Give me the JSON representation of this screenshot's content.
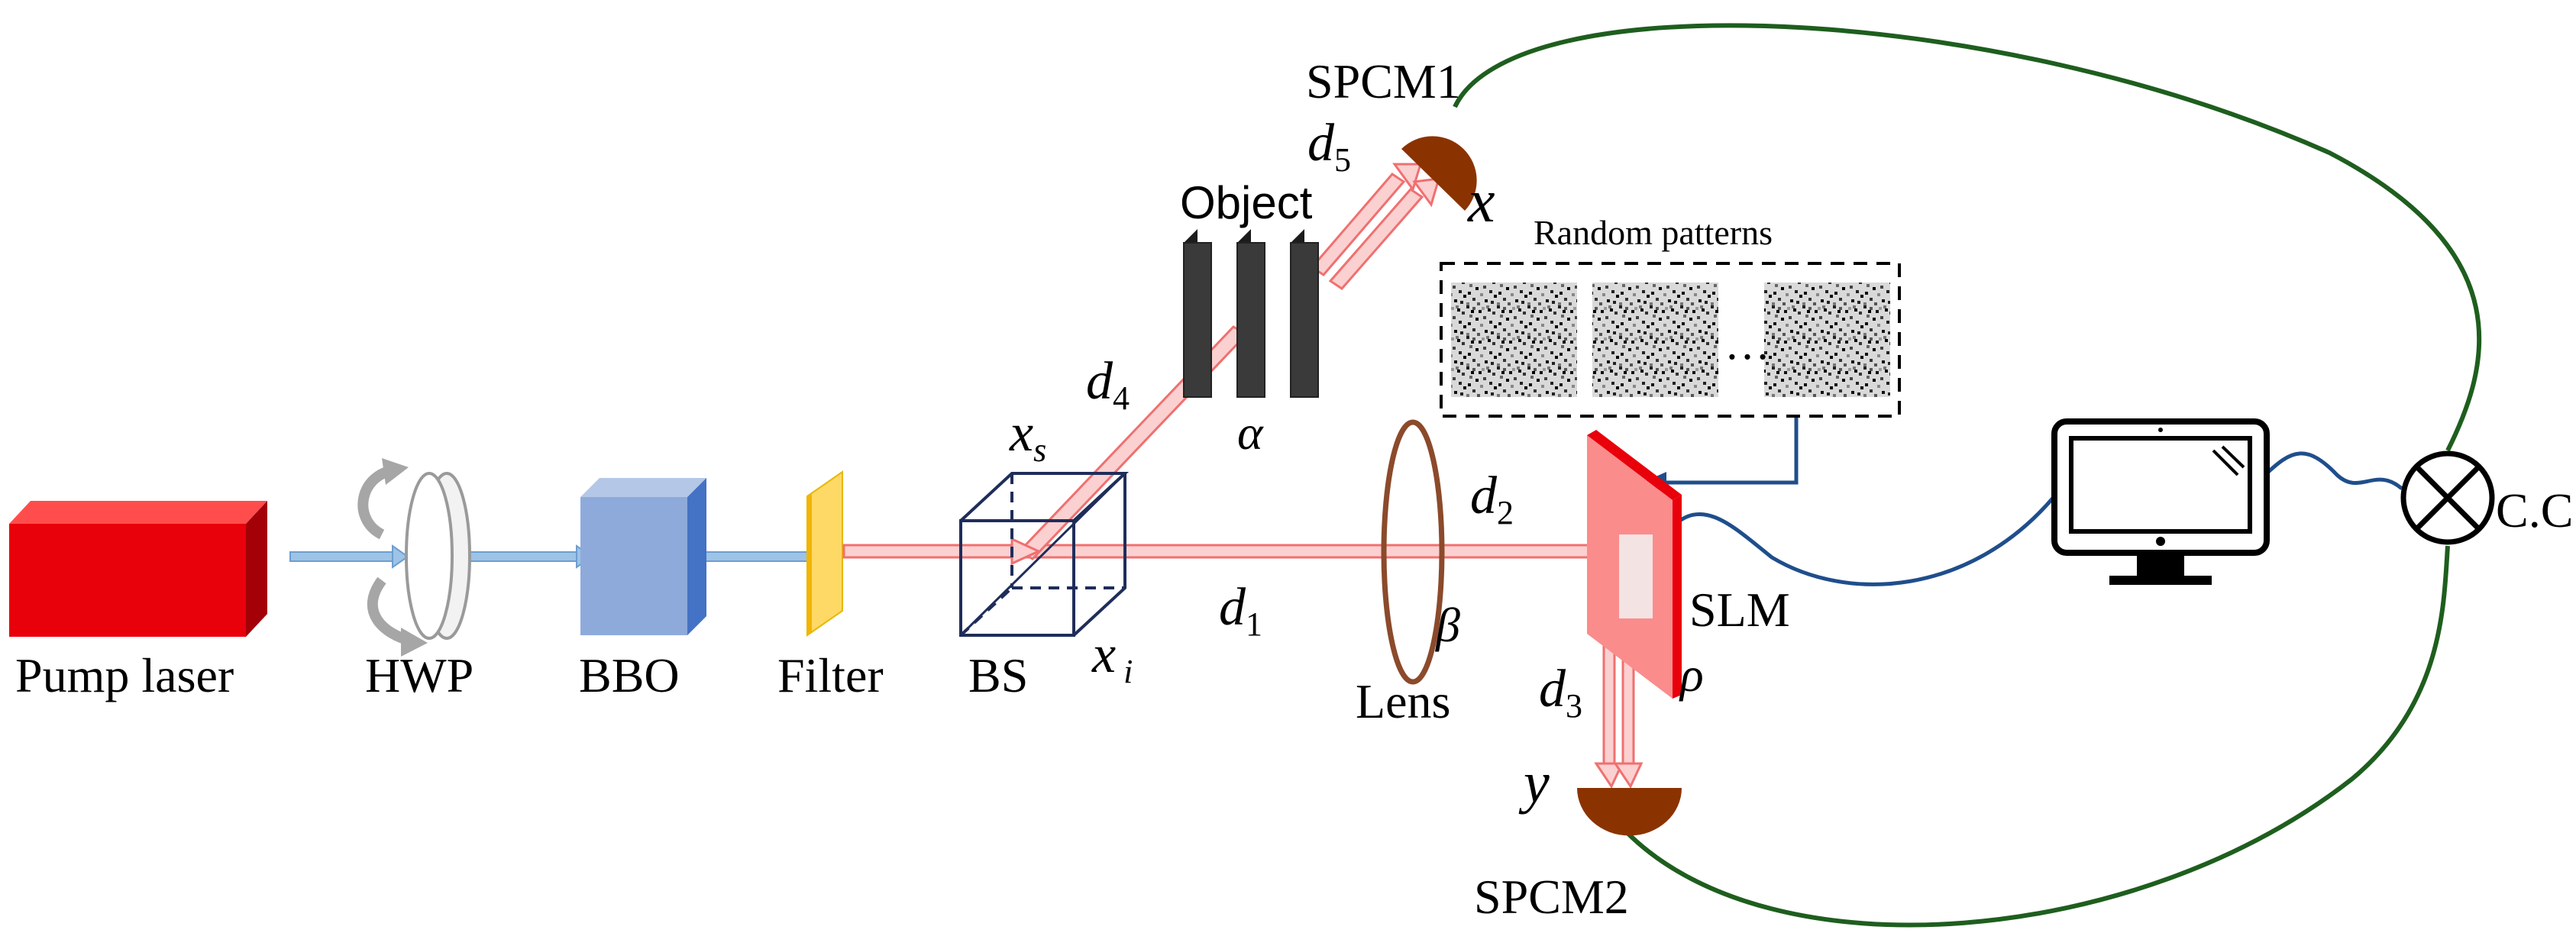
{
  "components": {
    "pump_laser": "Pump laser",
    "hwp": "HWP",
    "bbo": "BBO",
    "filter": "Filter",
    "bs": "BS",
    "lens": "Lens",
    "slm": "SLM",
    "object": "Object",
    "spcm1": "SPCM1",
    "spcm2": "SPCM2",
    "coincidence": "C.C",
    "random_patterns": "Random patterns",
    "ellipsis": "…"
  },
  "symbols": {
    "xs_main": "x",
    "xs_sub": "s",
    "xi_main": "x",
    "xi_sub": "i",
    "x": "x",
    "y": "y",
    "alpha": "α",
    "beta": "β",
    "rho": "ρ"
  },
  "distances": {
    "d": "d",
    "d1": "1",
    "d2": "2",
    "d3": "3",
    "d4": "4",
    "d5": "5"
  },
  "colors": {
    "laser_red": "#e8000b",
    "beam_red": "#f08080",
    "beam_blue": "#9dc3e6",
    "bbo_blue": "#8eaadb",
    "filter_yellow": "#ffd966",
    "detector_brown": "#8b3300",
    "cable_green": "#1e5e1e",
    "cable_blue": "#1f4e8c",
    "lens_brown": "#8b4a2b",
    "bs_navy": "#1f2d5a",
    "object_gray": "#3a3a3a"
  }
}
